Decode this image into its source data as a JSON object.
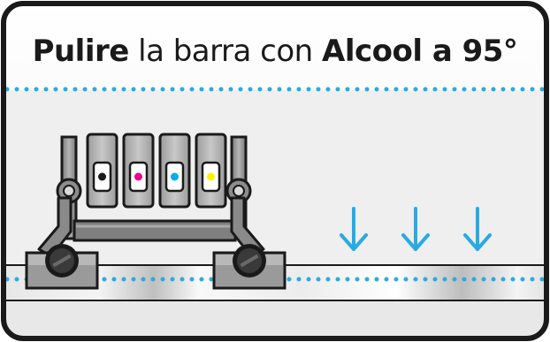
{
  "instruction": {
    "part1_bold": "Pulire",
    "part2": " la barra con ",
    "part3_bold": "Alcool a 95°"
  },
  "colors": {
    "frame": "#1a1a1a",
    "dots": "#29abe2",
    "arrows": "#29abe2",
    "panel": "#ebebeb",
    "ink_black": "#1a1a1a",
    "ink_magenta": "#ec008c",
    "ink_cyan": "#00aeef",
    "ink_yellow": "#fff200"
  },
  "cartridges": [
    {
      "name": "black",
      "color": "#1a1a1a"
    },
    {
      "name": "magenta",
      "color": "#ec008c"
    },
    {
      "name": "cyan",
      "color": "#00aeef"
    },
    {
      "name": "yellow",
      "color": "#fff200"
    }
  ],
  "arrow_count": 3
}
